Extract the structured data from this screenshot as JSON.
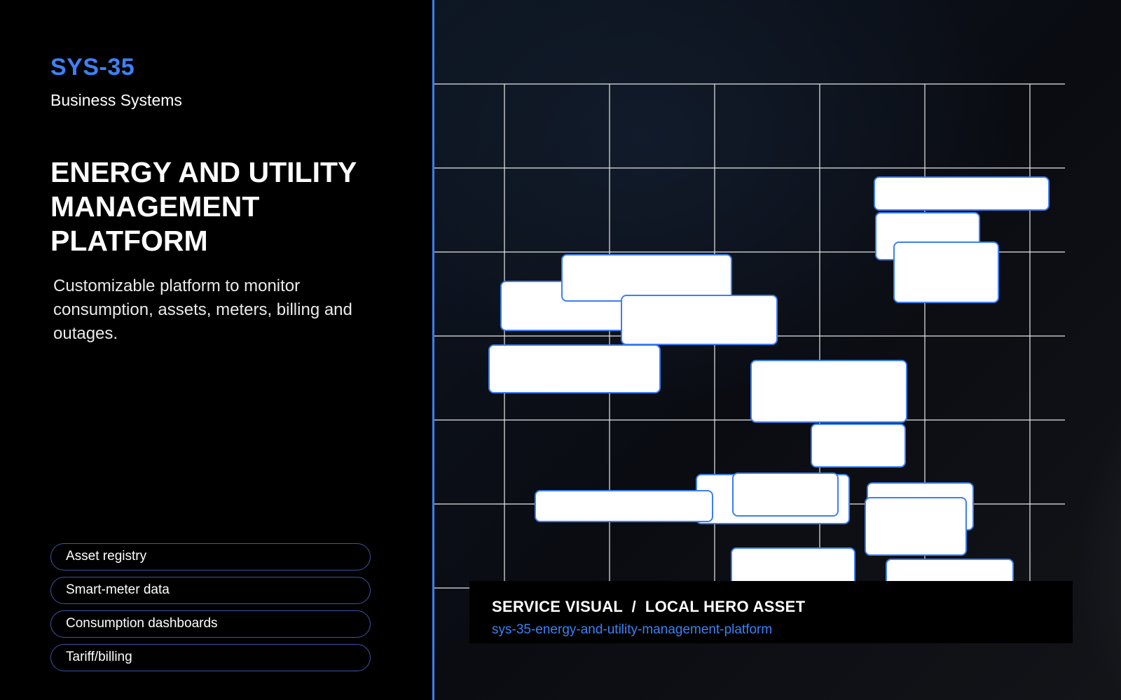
{
  "header": {
    "system_code": "SYS-35",
    "category": "Business Systems"
  },
  "main": {
    "title_lines": [
      "ENERGY AND UTILITY",
      "MANAGEMENT",
      "PLATFORM"
    ],
    "description": "Customizable platform to monitor consumption, assets, meters, billing and outages."
  },
  "features": [
    {
      "label": "Asset registry"
    },
    {
      "label": "Smart-meter data"
    },
    {
      "label": "Consumption dashboards"
    },
    {
      "label": "Tariff/billing"
    }
  ],
  "visual": {
    "caption_title": "SERVICE VISUAL  /  LOCAL HERO ASSET",
    "caption_slug": "sys-35-energy-and-utility-management-platform"
  },
  "colors": {
    "accent": "#3b82f6",
    "background": "#000000",
    "divider": "#3b7ff2",
    "grid_line": "#ffffff",
    "card_fill": "#ffffff",
    "card_border": "#3b7ff2"
  }
}
